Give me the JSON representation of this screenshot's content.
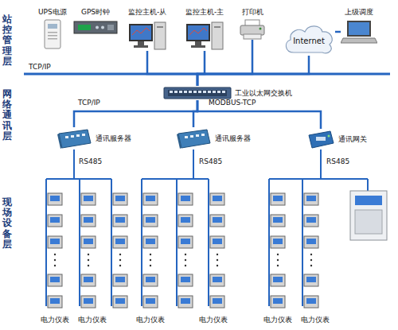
{
  "diagram": {
    "nodes": [
      {
        "text": [
          "UPS电源"
        ]
      },
      {
        "text": [
          "GPS时钟"
        ]
      },
      {
        "text": [
          "监控主机-从"
        ]
      },
      {
        "text": [
          "监控主机-主"
        ]
      },
      {
        "text": [
          "打印机"
        ]
      },
      {
        "text": [
          "Internet"
        ]
      },
      {
        "text": [
          "上级调度"
        ]
      },
      {
        "text": [
          "工业以太网交换机"
        ]
      },
      {
        "text": [
          "通讯服务器"
        ]
      },
      {
        "text": [
          "通讯服务器"
        ]
      },
      {
        "text": [
          "通讯网关"
        ]
      }
    ],
    "edges": [
      {
        "from": 2,
        "to": 7,
        "arrow": "none"
      },
      {
        "from": 3,
        "to": 7,
        "arrow": "none"
      },
      {
        "from": 4,
        "to": 7,
        "arrow": "none"
      },
      {
        "from": 5,
        "to": 7,
        "arrow": "none"
      },
      {
        "from": 6,
        "to": 5,
        "arrow": "none"
      },
      {
        "from": 7,
        "to": 8,
        "arrow": "none"
      },
      {
        "from": 7,
        "to": 9,
        "arrow": "none"
      },
      {
        "from": 7,
        "to": 10,
        "arrow": "none"
      }
    ],
    "labels": [
      "站控管理层",
      "网络通讯层",
      "现场设备层",
      "TCP/IP",
      "TCP/IP",
      "MODBUS-TCP",
      "RS485",
      "RS485",
      "RS485",
      "电力仪表",
      "电力仪表",
      "电力仪表",
      "电力仪表",
      "电力仪表",
      "电力仪表"
    ]
  }
}
